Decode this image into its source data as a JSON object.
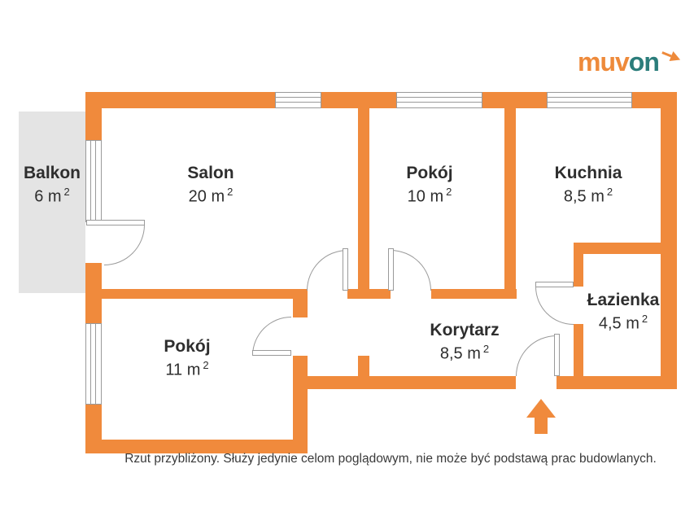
{
  "logo": {
    "part1": "muv",
    "part2": "on"
  },
  "rooms": {
    "balkon": {
      "name": "Balkon",
      "area": "6 m",
      "exp": "2"
    },
    "salon": {
      "name": "Salon",
      "area": "20 m",
      "exp": "2"
    },
    "pokoj10": {
      "name": "Pokój",
      "area": "10 m",
      "exp": "2"
    },
    "kuchnia": {
      "name": "Kuchnia",
      "area": "8,5 m",
      "exp": "2"
    },
    "pokoj11": {
      "name": "Pokój",
      "area": "11 m",
      "exp": "2"
    },
    "korytarz": {
      "name": "Korytarz",
      "area": "8,5 m",
      "exp": "2"
    },
    "lazienka": {
      "name": "Łazienka",
      "area": "4,5 m",
      "exp": "2"
    }
  },
  "caption": "Rzut przybliżony. Służy jedynie celom poglądowym, nie może być podstawą prac budowlanych.",
  "colors": {
    "wall": "#f08a3c",
    "balcony": "#e4e4e4",
    "line": "#9a9a9a",
    "text": "#2e2e2e",
    "logo_orange": "#ee8a3b",
    "logo_teal": "#2b7d7b"
  }
}
